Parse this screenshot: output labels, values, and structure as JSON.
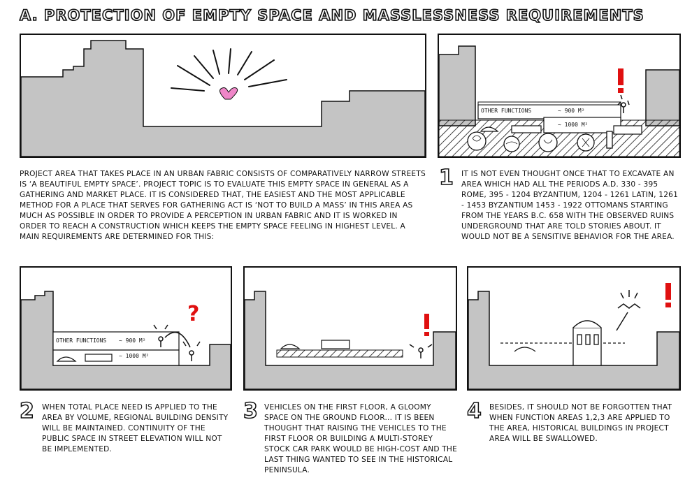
{
  "title": "A. Protection of Empty Space and Masslessness Requirements",
  "intro_text": "Project area that takes place in an urban fabric consists of comparatively narrow streets is ‘a beautiful empty space’. Project topic is to evaluate this empty space in general as a gathering and market place. It is considered that, the easiest and the most applicable method for a place that serves for gathering act is ‘not to build a mass’ in this area as much as possible in order to provide a perception in urban fabric and it is worked in order to reach a construction which keeps the empty space feeling in highest level. A main requirements are determined for this:",
  "requirements": [
    {
      "number": "1",
      "text": "It is not even thought once that to excavate an area which had all the periods A.D. 330 - 395 Rome, 395 - 1204 Byzantium, 1204 - 1261 Latin, 1261 - 1453 Byzantium 1453 - 1922 Ottomans starting from the years B.C. 658 with the observed ruins underground that are told stories about. It would not be a sensitive behavior for the area."
    },
    {
      "number": "2",
      "text": "When total place need is applied to the area by volume, regional building density will be maintained. Continuity of the public space in street elevation will not be implemented."
    },
    {
      "number": "3",
      "text": "Vehicles on the first floor, a gloomy space on the ground floor... It is been thought that raising the vehicles to the first floor or building a multi-storey stock car park would be high-cost and the last thing wanted to see in the historical peninsula."
    },
    {
      "number": "4",
      "text": "Besides, it should not be forgotten that when function areas 1,2,3 are applied to the area, historical buildings in project area will be swallowed."
    }
  ],
  "sketch_labels": {
    "other_functions": "Other functions",
    "area_900": "~ 900 m²",
    "area_1000": "~ 1000 m²",
    "exclamation": "!",
    "question": "?"
  },
  "colors": {
    "ink": "#111111",
    "building_fill": "#c4c4c4",
    "accent_red": "#e01010",
    "heart_pink": "#ef86c8"
  }
}
